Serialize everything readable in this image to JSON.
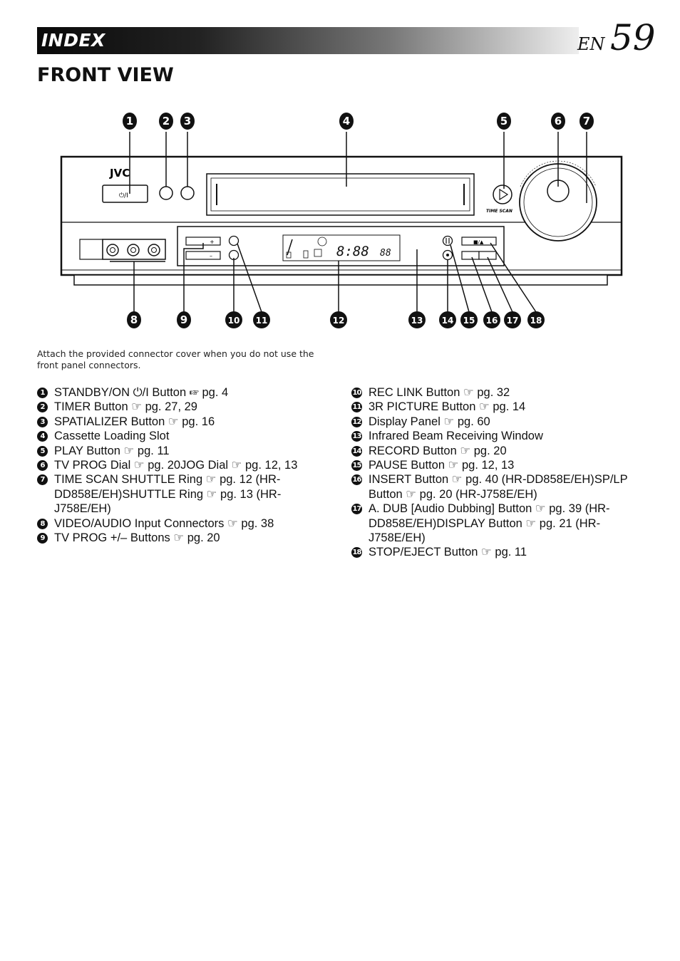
{
  "header": {
    "title": "INDEX",
    "lang": "EN",
    "page_number": "59"
  },
  "section_title": "FRONT VIEW",
  "diagram": {
    "brand": "JVC",
    "standby_symbol": "⏻/I",
    "plus": "+",
    "minus": "–",
    "timescan": "TIME SCAN",
    "stop_eject_symbol": "■/▲",
    "display_digits": "8:88",
    "display_small": "88",
    "callouts": [
      "1",
      "2",
      "3",
      "4",
      "5",
      "6",
      "7",
      "8",
      "9",
      "10",
      "11",
      "12",
      "13",
      "14",
      "15",
      "16",
      "17",
      "18"
    ]
  },
  "note": "Attach the provided connector cover when you do not use the front panel connectors.",
  "ref_symbol": "☞",
  "left_items": [
    {
      "num": "1",
      "lines": [
        "STANDBY/ON ⏻/I Button ☞ pg. 4"
      ]
    },
    {
      "num": "2",
      "lines": [
        "TIMER Button ☞ pg. 27, 29"
      ]
    },
    {
      "num": "3",
      "lines": [
        "SPATIALIZER Button ☞ pg. 16"
      ]
    },
    {
      "num": "4",
      "lines": [
        "Cassette Loading Slot"
      ]
    },
    {
      "num": "5",
      "lines": [
        "PLAY Button ☞ pg. 11"
      ]
    },
    {
      "num": "6",
      "lines": [
        "TV PROG Dial ☞ pg. 20",
        "JOG Dial ☞ pg. 12, 13"
      ]
    },
    {
      "num": "7",
      "lines": [
        "TIME SCAN SHUTTLE Ring ☞ pg. 12 (HR-",
        "DD858E/EH)",
        "SHUTTLE Ring ☞ pg. 13 (HR-J758E/EH)"
      ]
    },
    {
      "num": "8",
      "lines": [
        "VIDEO/AUDIO Input Connectors ☞ pg. 38"
      ]
    },
    {
      "num": "9",
      "lines": [
        "TV PROG +/– Buttons ☞ pg. 20"
      ]
    }
  ],
  "right_items": [
    {
      "num": "10",
      "lines": [
        "REC LINK Button ☞ pg. 32"
      ]
    },
    {
      "num": "11",
      "lines": [
        "3R PICTURE Button ☞ pg. 14"
      ]
    },
    {
      "num": "12",
      "lines": [
        "Display Panel ☞ pg. 60"
      ]
    },
    {
      "num": "13",
      "lines": [
        "Infrared Beam Receiving Window"
      ]
    },
    {
      "num": "14",
      "lines": [
        "RECORD Button ☞ pg. 20"
      ]
    },
    {
      "num": "15",
      "lines": [
        "PAUSE Button ☞ pg. 12, 13"
      ]
    },
    {
      "num": "16",
      "lines": [
        "INSERT Button ☞ pg. 40 (HR-DD858E/EH)",
        "SP/LP Button ☞ pg. 20 (HR-J758E/EH)"
      ]
    },
    {
      "num": "17",
      "lines": [
        "A. DUB [Audio Dubbing] Button ☞ pg. 39 (HR-",
        "DD858E/EH)",
        "DISPLAY Button ☞ pg. 21 (HR-J758E/EH)"
      ]
    },
    {
      "num": "18",
      "lines": [
        "STOP/EJECT Button ☞ pg. 11"
      ]
    }
  ]
}
